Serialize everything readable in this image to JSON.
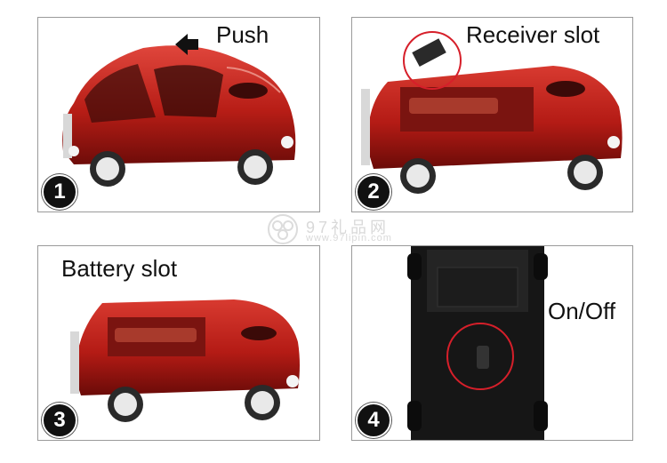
{
  "panels": [
    {
      "step": "1",
      "caption": "Push"
    },
    {
      "step": "2",
      "caption": "Receiver slot"
    },
    {
      "step": "3",
      "caption": "Battery slot"
    },
    {
      "step": "4",
      "caption": "On/Off"
    }
  ],
  "watermark": {
    "text": "97礼品网",
    "url": "www.97lipin.com"
  },
  "colors": {
    "car_red": "#c0241c",
    "car_dark": "#7e0f0c",
    "highlight_ring": "#d61f2a",
    "bottom_black": "#161616"
  }
}
